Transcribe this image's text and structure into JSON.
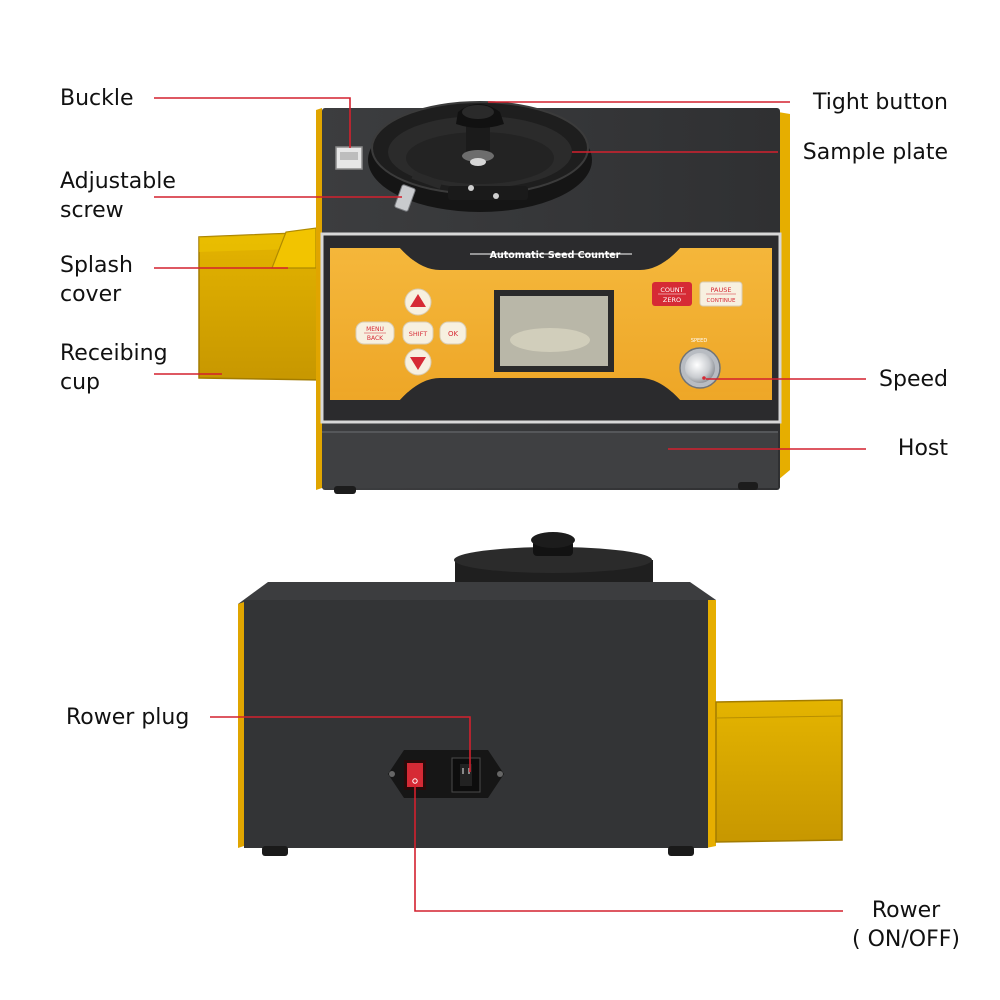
{
  "product": {
    "panel_title": "Automatic Seed Counter",
    "buttons": {
      "count": "COUNT",
      "zero": "ZERO",
      "pause": "PAUSE",
      "continue": "CONTINUE",
      "menu": "MENU",
      "back": "BACK",
      "shift": "SHIFT",
      "ok": "OK",
      "speed": "SPEED"
    }
  },
  "colors": {
    "body": "#3a3b3d",
    "panel_yellow": "#f2b233",
    "accent_red": "#d62a35",
    "leader_red": "#d3212e",
    "cup_gold": "#d9a800"
  },
  "labels": {
    "buckle": "Buckle",
    "adjustable_1": "Adjustable",
    "adjustable_2": "screw",
    "splash_1": "Splash",
    "splash_2": "cover",
    "receiving_1": "Receibing",
    "receiving_2": "cup",
    "tight_button": "Tight button",
    "sample_plate": "Sample plate",
    "speed": "Speed",
    "host": "Host",
    "power_plug": "Rower plug",
    "power_switch_1": "Rower",
    "power_switch_2": "( ON/OFF)"
  }
}
